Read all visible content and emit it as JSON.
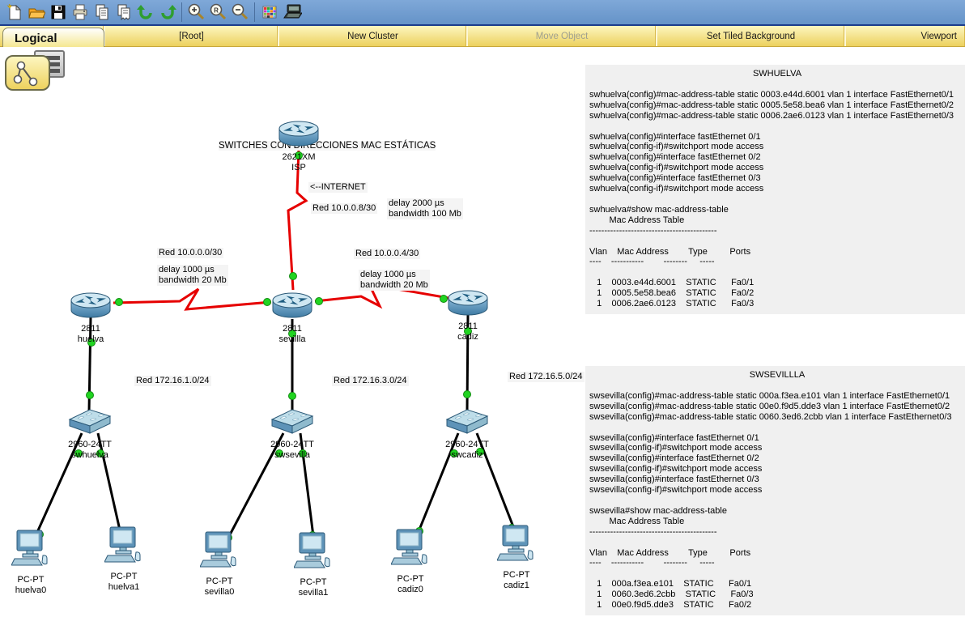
{
  "toolbar": {
    "icon_names": [
      "new-file",
      "open-folder",
      "save",
      "print",
      "copy",
      "paste",
      "undo",
      "redo",
      "zoom-in",
      "zoom-reset",
      "zoom-out",
      "palette",
      "network-device"
    ]
  },
  "menubar": {
    "logical": "Logical",
    "root": "[Root]",
    "new_cluster": "New Cluster",
    "move_object": "Move Object",
    "set_tiled_background": "Set Tiled Background",
    "viewport": "Viewport"
  },
  "canvas": {
    "title": "SWITCHES CON DIRECCIONES MAC ESTÁTICAS",
    "internet_label": "<--INTERNET",
    "net_labels": [
      "Red 10.0.0.8/30",
      "Red 10.0.0.0/30",
      "Red 10.0.0.4/30",
      "Red 172.16.1.0/24",
      "Red 172.16.3.0/24",
      "Red 172.16.5.0/24"
    ],
    "annotations": [
      {
        "l1": "delay 2000 µs",
        "l2": "bandwidth 100 Mb"
      },
      {
        "l1": "delay 1000 µs",
        "l2": "bandwidth 20 Mb"
      },
      {
        "l1": "delay 1000 µs",
        "l2": "bandwidth 20 Mb"
      }
    ],
    "devices": [
      {
        "model": "2621XM",
        "name": "ISP",
        "type": "router"
      },
      {
        "model": "2811",
        "name": "huelva",
        "type": "router"
      },
      {
        "model": "2811",
        "name": "sevillla",
        "type": "router"
      },
      {
        "model": "2811",
        "name": "cadiz",
        "type": "router"
      },
      {
        "model": "2960-24TT",
        "name": "swhuelva",
        "type": "switch"
      },
      {
        "model": "2960-24TT",
        "name": "swsevilla",
        "type": "switch"
      },
      {
        "model": "2960-24TT",
        "name": "swcadiz",
        "type": "switch"
      },
      {
        "model": "PC-PT",
        "name": "huelva0",
        "type": "pc"
      },
      {
        "model": "PC-PT",
        "name": "huelva1",
        "type": "pc"
      },
      {
        "model": "PC-PT",
        "name": "sevilla0",
        "type": "pc"
      },
      {
        "model": "PC-PT",
        "name": "sevilla1",
        "type": "pc"
      },
      {
        "model": "PC-PT",
        "name": "cadiz0",
        "type": "pc"
      },
      {
        "model": "PC-PT",
        "name": "cadiz1",
        "type": "pc"
      }
    ]
  },
  "panels": {
    "swhuelva": {
      "title": "SWHUELVA",
      "lines": [
        "",
        "swhuelva(config)#mac-address-table static 0003.e44d.6001 vlan 1 interface FastEthernet0/1",
        "swhuelva(config)#mac-address-table static 0005.5e58.bea6 vlan 1 interface FastEthernet0/2",
        "swhuelva(config)#mac-address-table static 0006.2ae6.0123 vlan 1 interface FastEthernet0/3",
        "",
        "swhuelva(config)#interface fastEthernet 0/1",
        "swhuelva(config-if)#switchport mode access",
        "swhuelva(config)#interface fastEthernet 0/2",
        "swhuelva(config-if)#switchport mode access",
        "swhuelva(config)#interface fastEthernet 0/3",
        "swhuelva(config-if)#switchport mode access",
        "",
        "swhuelva#show mac-address-table",
        "        Mac Address Table",
        "-------------------------------------------",
        "",
        "Vlan    Mac Address        Type         Ports",
        "----    -----------        --------     -----",
        "",
        "   1    0003.e44d.6001    STATIC      Fa0/1",
        "   1    0005.5e58.bea6    STATIC      Fa0/2",
        "   1    0006.2ae6.0123    STATIC      Fa0/3"
      ],
      "mac_table": {
        "headers": [
          "Vlan",
          "Mac Address",
          "Type",
          "Ports"
        ],
        "rows": [
          [
            "1",
            "0003.e44d.6001",
            "STATIC",
            "Fa0/1"
          ],
          [
            "1",
            "0005.5e58.bea6",
            "STATIC",
            "Fa0/2"
          ],
          [
            "1",
            "0006.2ae6.0123",
            "STATIC",
            "Fa0/3"
          ]
        ]
      }
    },
    "swsevilla": {
      "title": "SWSEVILLLA",
      "lines": [
        "",
        "swsevilla(config)#mac-address-table static 000a.f3ea.e101 vlan 1 interface FastEthernet0/1",
        "swsevilla(config)#mac-address-table static 00e0.f9d5.dde3 vlan 1 interface FastEthernet0/2",
        "swsevilla(config)#mac-address-table static 0060.3ed6.2cbb vlan 1 interface FastEthernet0/3",
        "",
        "swsevilla(config)#interface fastEthernet 0/1",
        "swsevilla(config-if)#switchport mode access",
        "swsevilla(config)#interface fastEthernet 0/2",
        "swsevilla(config-if)#switchport mode access",
        "swsevilla(config)#interface fastEthernet 0/3",
        "swsevilla(config-if)#switchport mode access",
        "",
        "swsevilla#show mac-address-table",
        "        Mac Address Table",
        "-------------------------------------------",
        "",
        "Vlan    Mac Address        Type         Ports",
        "----    -----------        --------     -----",
        "",
        "   1    000a.f3ea.e101    STATIC      Fa0/1",
        "   1    0060.3ed6.2cbb    STATIC      Fa0/3",
        "   1    00e0.f9d5.dde3    STATIC      Fa0/2"
      ],
      "mac_table": {
        "headers": [
          "Vlan",
          "Mac Address",
          "Type",
          "Ports"
        ],
        "rows": [
          [
            "1",
            "000a.f3ea.e101",
            "STATIC",
            "Fa0/1"
          ],
          [
            "1",
            "0060.3ed6.2cbb",
            "STATIC",
            "Fa0/3"
          ],
          [
            "1",
            "00e0.f9d5.dde3",
            "STATIC",
            "Fa0/2"
          ]
        ]
      }
    }
  },
  "colors": {
    "serial_link": "#e60000",
    "ethernet_link": "#000000",
    "status_up_dot": "#21d421",
    "toolbar_bg": "#6d9ad0",
    "menubar_bg": "#f0dc7a",
    "panel_bg": "#f0f0f0"
  }
}
